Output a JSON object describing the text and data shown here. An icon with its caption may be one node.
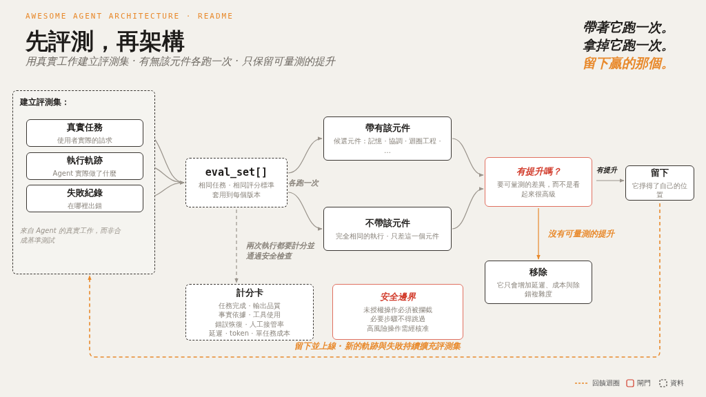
{
  "diagram": {
    "title": "先評測，再架構",
    "nodes": [
      {
        "text": [
          "建立評測集：",
          "來自 Agent 的真實工作，而非合成基準測試"
        ]
      },
      {
        "text": [
          "真實任務",
          "使用者實際的請求"
        ],
        "in": 0
      },
      {
        "text": [
          "執行軌跡",
          "Agent 實際做了什麼"
        ],
        "in": 0
      },
      {
        "text": [
          "失敗紀錄",
          "在哪裡出錯"
        ],
        "in": 0
      },
      {
        "text": [
          "eval_set[]",
          "相同任務 · 相同評分標準套用到每個版本"
        ]
      },
      {
        "text": [
          "帶有該元件",
          "候選元件：記憶 · 協調 · 迴圈工程 · …"
        ]
      },
      {
        "text": [
          "不帶該元件",
          "完全相同的執行 · 只差這一個元件"
        ]
      },
      {
        "text": [
          "有提升嗎？",
          "要可量測的差異，而不是看起來很高級"
        ]
      },
      {
        "text": [
          "留下",
          "它掙得了自己的位置"
        ]
      },
      {
        "text": [
          "移除",
          "它只會增加延遲、成本與除錯複雜度"
        ]
      },
      {
        "text": [
          "計分卡",
          "任務完成 · 輸出品質",
          "事實依據 · 工具使用",
          "錯誤恢復 · 人工接管率",
          "延遲 · token · 單任務成本"
        ]
      },
      {
        "text": [
          "安全邊界",
          "未授權操作必須被攔截",
          "必要步驟不得跳過",
          "高風險操作需經核准"
        ]
      }
    ],
    "edges": [
      {
        "from": 1,
        "to": 4,
        "arrow": "to"
      },
      {
        "from": 2,
        "to": 4,
        "arrow": "to"
      },
      {
        "from": 3,
        "to": 4,
        "arrow": "to"
      },
      {
        "from": 4,
        "to": 5,
        "arrow": "to"
      },
      {
        "from": 4,
        "to": 6,
        "arrow": "to"
      },
      {
        "from": 5,
        "to": 7,
        "arrow": "to"
      },
      {
        "from": 6,
        "to": 7,
        "arrow": "to"
      },
      {
        "from": 7,
        "to": 8,
        "arrow": "to",
        "label": "有提升"
      },
      {
        "from": 7,
        "to": 9,
        "arrow": "to",
        "label": "沒有可量測的提升",
        "color": "#e8892b"
      },
      {
        "from": 4,
        "to": 10,
        "arrow": "to",
        "label": "兩次執行都要計分並通過安全檢查",
        "style": "dashed"
      },
      {
        "from": 8,
        "to": 0,
        "arrow": "to",
        "label": "留下並上線 · 新的軌跡與失敗持續擴充評測集",
        "style": "dashed",
        "color": "#e8892b"
      }
    ],
    "labels": [
      "AWESOME AGENT ARCHITECTURE · README",
      "用真實工作建立評測集 · 有無該元件各跑一次 · 只保留可量測的提升",
      "帶著它跑一次。",
      "拿掉它跑一次。",
      "留下贏的那個。",
      "各跑一次"
    ],
    "legend": [
      {
        "text": "回饋迴圈"
      },
      {
        "text": "閘門"
      },
      {
        "text": "資料"
      }
    ]
  }
}
